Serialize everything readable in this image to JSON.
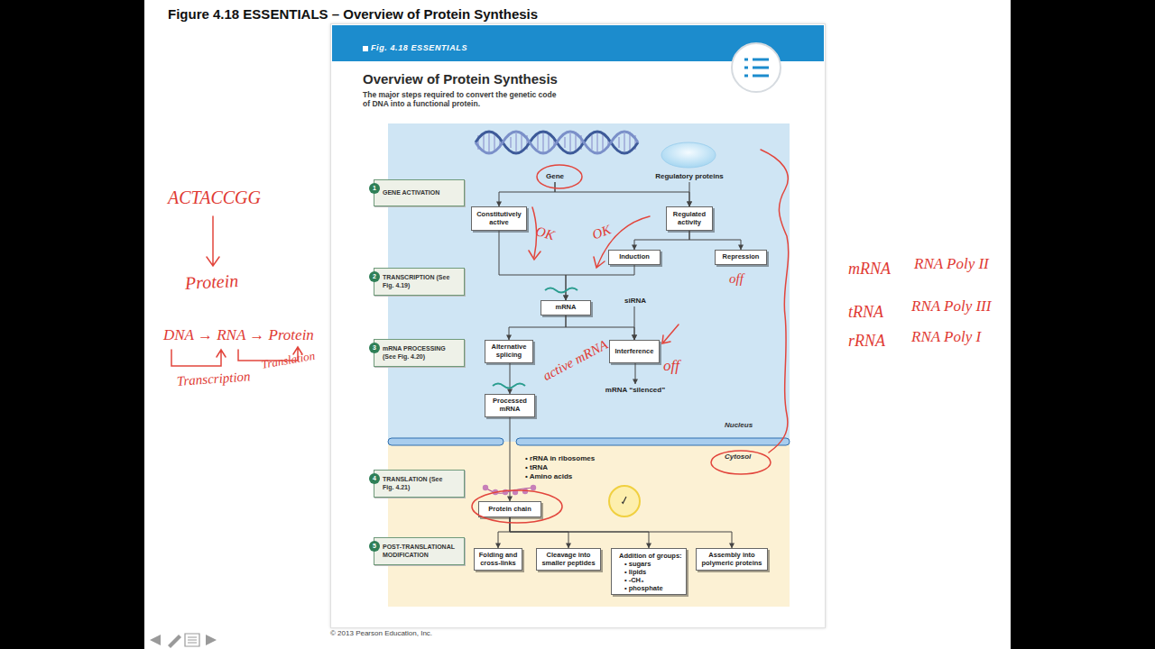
{
  "diagram": {
    "title": "Figure 4.18 ESSENTIALS – Overview of Protein Synthesis",
    "nodes": [
      {
        "text": [
          "Fig. 4.18 ESSENTIALS"
        ]
      },
      {
        "text": [
          "Nucleus"
        ]
      },
      {
        "text": [
          "Gene"
        ],
        "in": 1
      },
      {
        "text": [
          "Regulatory proteins"
        ],
        "in": 1
      },
      {
        "text": [
          "Constitutively active"
        ],
        "in": 1
      },
      {
        "text": [
          "Regulated activity"
        ],
        "in": 1
      },
      {
        "text": [
          "Induction"
        ],
        "in": 1
      },
      {
        "text": [
          "Repression"
        ],
        "in": 1
      },
      {
        "text": [
          "mRNA"
        ],
        "in": 1
      },
      {
        "text": [
          "siRNA"
        ],
        "in": 1
      },
      {
        "text": [
          "Alternative splicing"
        ],
        "in": 1
      },
      {
        "text": [
          "Interference"
        ],
        "in": 1
      },
      {
        "text": [
          "Processed mRNA"
        ],
        "in": 1
      },
      {
        "text": [
          "mRNA “silenced”"
        ],
        "in": 1
      },
      {
        "text": [
          "Cytosol"
        ]
      },
      {
        "text": [
          "Protein chain"
        ],
        "in": 14
      },
      {
        "text": [
          "Folding and cross-links"
        ],
        "in": 14
      },
      {
        "text": [
          "Cleavage into smaller peptides"
        ],
        "in": 14
      },
      {
        "text": [
          "Addition of groups:",
          "• sugars",
          "• lipids",
          "• -CH₃",
          "• phosphate"
        ],
        "in": 14
      },
      {
        "text": [
          "Assembly into polymeric proteins"
        ],
        "in": 14
      },
      {
        "text": [
          "1",
          "GENE ACTIVATION"
        ]
      },
      {
        "text": [
          "2",
          "TRANSCRIPTION (See Fig. 4.19)"
        ]
      },
      {
        "text": [
          "3",
          "mRNA PROCESSING (See Fig. 4.20)"
        ]
      },
      {
        "text": [
          "4",
          "TRANSLATION (See Fig. 4.21)"
        ]
      },
      {
        "text": [
          "5",
          "POST-TRANSLATIONAL MODIFICATION"
        ]
      }
    ],
    "edges": [
      {
        "from": 2,
        "to": 4,
        "arrow": "to"
      },
      {
        "from": 2,
        "to": 5,
        "arrow": "to"
      },
      {
        "from": 3,
        "to": 5,
        "arrow": "to"
      },
      {
        "from": 5,
        "to": 6,
        "arrow": "to"
      },
      {
        "from": 5,
        "to": 7,
        "arrow": "to"
      },
      {
        "from": 4,
        "to": 8,
        "arrow": "to"
      },
      {
        "from": 6,
        "to": 8,
        "arrow": "to"
      },
      {
        "from": 8,
        "to": 10,
        "arrow": "to"
      },
      {
        "from": 8,
        "to": 11,
        "arrow": "to"
      },
      {
        "from": 9,
        "to": 11,
        "arrow": "to"
      },
      {
        "from": 10,
        "to": 12,
        "arrow": "to"
      },
      {
        "from": 11,
        "to": 13,
        "arrow": "to"
      },
      {
        "from": 12,
        "to": 15,
        "arrow": "to"
      },
      {
        "from": 15,
        "to": 16,
        "arrow": "to"
      },
      {
        "from": 15,
        "to": 17,
        "arrow": "to"
      },
      {
        "from": 15,
        "to": 18,
        "arrow": "to"
      },
      {
        "from": 15,
        "to": 19,
        "arrow": "to"
      }
    ],
    "labels": [
      "Overview of Protein Synthesis",
      "The major steps required to convert the genetic code of DNA into a functional protein.",
      "• rRNA in ribosomes",
      "• tRNA",
      "• Amino acids",
      "© 2013 Pearson Education, Inc.",
      "ACTACCGG",
      "Protein",
      "DNA → RNA → Protein",
      "Transcription",
      "Translation",
      "OK",
      "OK",
      "off",
      "active mRNA",
      "off",
      "mRNA",
      "RNA Poly II",
      "tRNA",
      "RNA Poly III",
      "rRNA",
      "RNA Poly I"
    ]
  }
}
